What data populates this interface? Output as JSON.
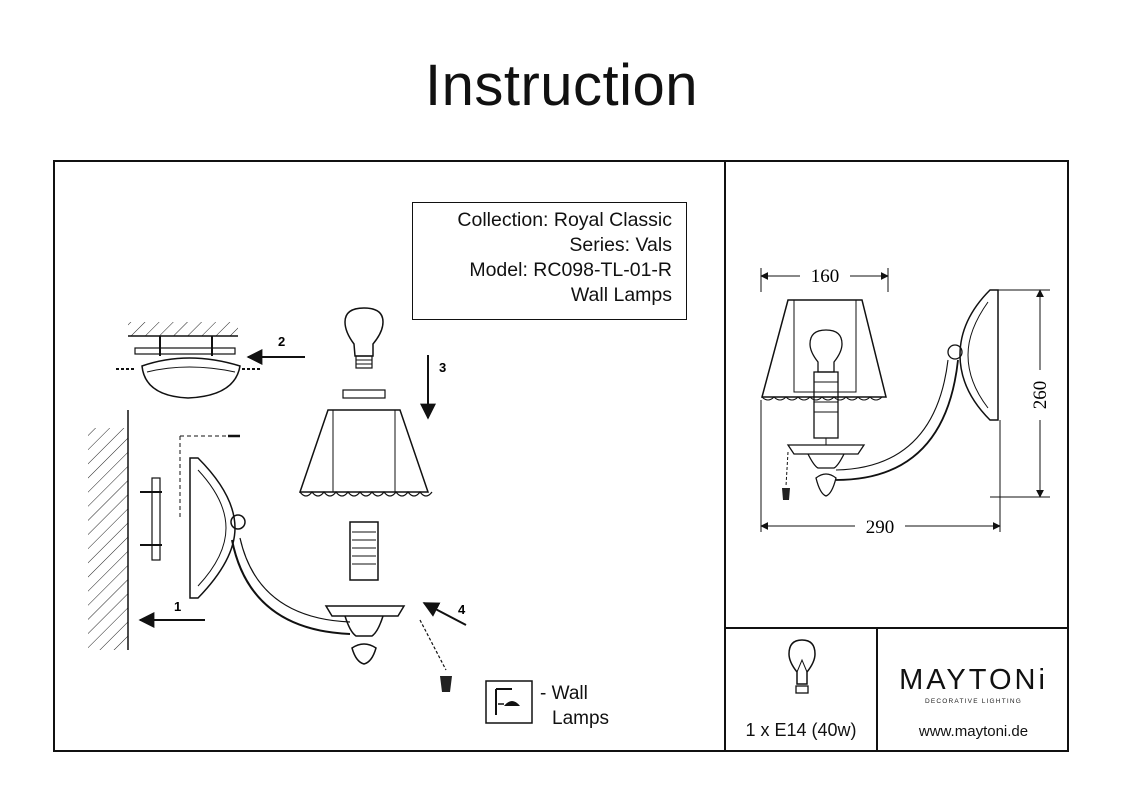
{
  "title": "Instruction",
  "product": {
    "collection": "Collection: Royal Classic",
    "series": "Series: Vals",
    "model": "Model: RC098-TL-01-R",
    "type": "Wall Lamps"
  },
  "steps": [
    "1",
    "2",
    "3",
    "4"
  ],
  "legend": {
    "line1": "- Wall",
    "line2": "Lamps"
  },
  "dimensions": {
    "width": "160",
    "height": "260",
    "depth": "290"
  },
  "bulb_spec": "1 x E14 (40w)",
  "brand": {
    "name": "MAYTONi",
    "tagline": "DECORATIVE LIGHTING",
    "website": "www.maytoni.de"
  }
}
